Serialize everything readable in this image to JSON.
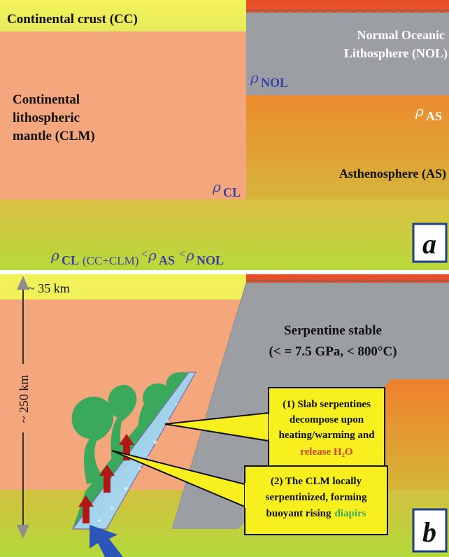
{
  "panel_a": {
    "letter": "a",
    "cc_label": "Continental crust (CC)",
    "nol_label_1": "Normal Oceanic",
    "nol_label_2": "Lithosphere (NOL)",
    "clm_label_1": "Continental",
    "clm_label_2": "lithospheric",
    "clm_label_3": "mantle (CLM)",
    "as_label": "Asthenosphere (AS)",
    "rho_symbol": "ρ",
    "sub_nol": "NOL",
    "sub_as": "AS",
    "sub_cl": "CL",
    "eq_cc_clm": "(CC+CLM)",
    "eq_lt": "<",
    "colors": {
      "cc": "#eef060",
      "clm": "#f4a77c",
      "ocean": "#9a9ea2",
      "asthenosphere_top": "#e8532a",
      "asthenosphere_bottom": "#c6da3e",
      "rho_text": "#3a3fa8"
    }
  },
  "panel_b": {
    "letter": "b",
    "depth_top": "~ 35 km",
    "depth_side": "~ 250 km",
    "serp_stable_1": "Serpentine stable",
    "serp_stable_2": "(< = 7.5 GPa, < 800°C)",
    "callout1_line1": "(1) Slab serpentines",
    "callout1_line2": "decompose upon",
    "callout1_line3": "heating/warming and",
    "callout1_release": "release H₂O",
    "callout2_line1": "(2) The CLM locally",
    "callout2_line2": "serpentinized, forming",
    "callout2_line3": "buoyant rising",
    "callout2_diapirs": "diapirs",
    "colors": {
      "callout_fill": "#f7f01e",
      "diapir": "#3aaa5c",
      "slab_serpentine": "#a9d8ec",
      "arrow_red": "#b01818",
      "arrow_blue": "#2b55b8",
      "release_text": "#d0452a",
      "diapir_text": "#3aaa5c"
    }
  }
}
